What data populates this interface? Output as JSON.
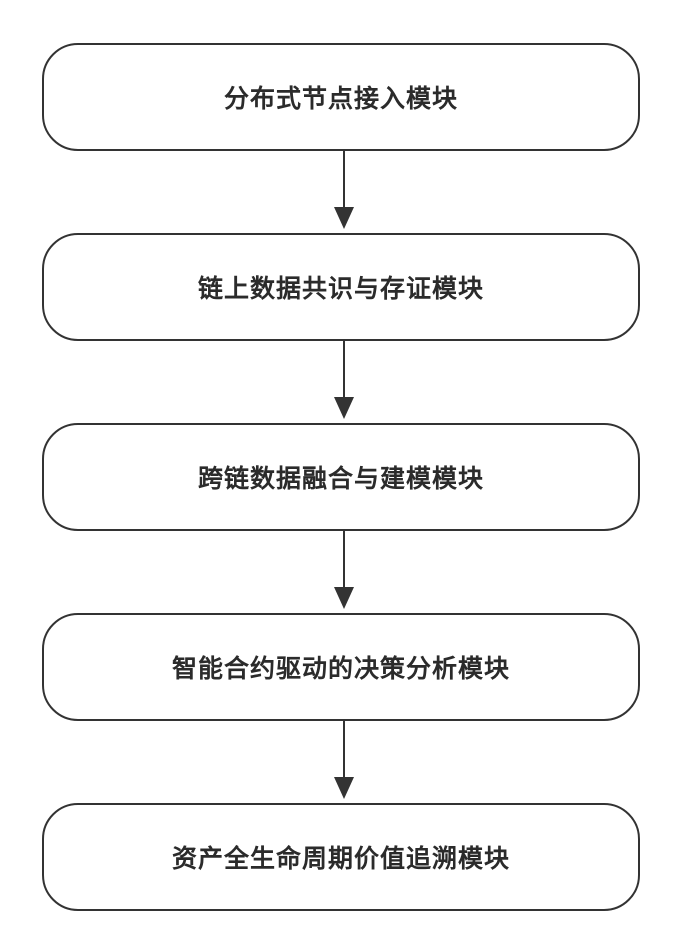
{
  "diagram": {
    "type": "vertical-flowchart",
    "nodes": [
      {
        "id": "n1",
        "label": "分布式节点接入模块"
      },
      {
        "id": "n2",
        "label": "链上数据共识与存证模块"
      },
      {
        "id": "n3",
        "label": "跨链数据融合与建模模块"
      },
      {
        "id": "n4",
        "label": "智能合约驱动的决策分析模块"
      },
      {
        "id": "n5",
        "label": "资产全生命周期价值追溯模块"
      }
    ],
    "edges": [
      {
        "from": "n1",
        "to": "n2"
      },
      {
        "from": "n2",
        "to": "n3"
      },
      {
        "from": "n3",
        "to": "n4"
      },
      {
        "from": "n4",
        "to": "n5"
      }
    ],
    "colors": {
      "stroke": "#333333",
      "text": "#2b2b2b",
      "background": "#ffffff"
    }
  }
}
